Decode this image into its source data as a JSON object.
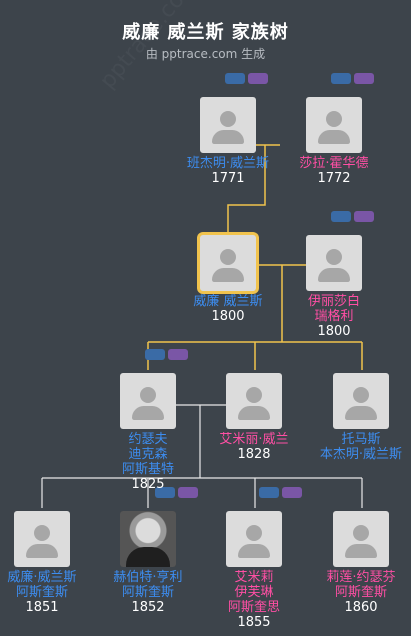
{
  "header": {
    "title": "威廉 威兰斯 家族树",
    "subtitle": "由 pptrace.com 生成"
  },
  "people": [
    {
      "key": "benjamin",
      "name": "班杰明·威兰斯",
      "year": "1771",
      "gender": "m"
    },
    {
      "key": "sarah",
      "name": "莎拉·霍华德",
      "year": "1772",
      "gender": "f"
    },
    {
      "key": "william",
      "name": "威廉 威兰斯",
      "year": "1800",
      "gender": "m",
      "selected": true
    },
    {
      "key": "elizabeth",
      "name": "伊丽莎白\n瑞格利",
      "year": "1800",
      "gender": "f"
    },
    {
      "key": "joseph",
      "name": "约瑟夫\n迪克森\n阿斯基特",
      "year": "1825",
      "gender": "m"
    },
    {
      "key": "emily",
      "name": "艾米丽·威兰",
      "year": "1828",
      "gender": "f"
    },
    {
      "key": "thomas",
      "name": "托马斯\n本杰明·威兰斯",
      "year": "",
      "gender": "m"
    },
    {
      "key": "william2",
      "name": "威廉·威兰斯\n阿斯奎斯",
      "year": "1851",
      "gender": "m"
    },
    {
      "key": "herbert",
      "name": "赫伯特·亨利\n阿斯奎斯",
      "year": "1852",
      "gender": "m",
      "portrait": true
    },
    {
      "key": "emily2",
      "name": "艾米莉\n伊芙琳\n阿斯奎思",
      "year": "1855",
      "gender": "f"
    },
    {
      "key": "lilian",
      "name": "莉莲·约瑟芬\n阿斯奎斯",
      "year": "1860",
      "gender": "f"
    }
  ],
  "watermark": "pptrace.com",
  "colors": {
    "background": "#3d444b",
    "male": "#3d8df0",
    "female": "#ff4fa4",
    "lineage": "#f1c34d",
    "descendant": "#ffffff"
  }
}
